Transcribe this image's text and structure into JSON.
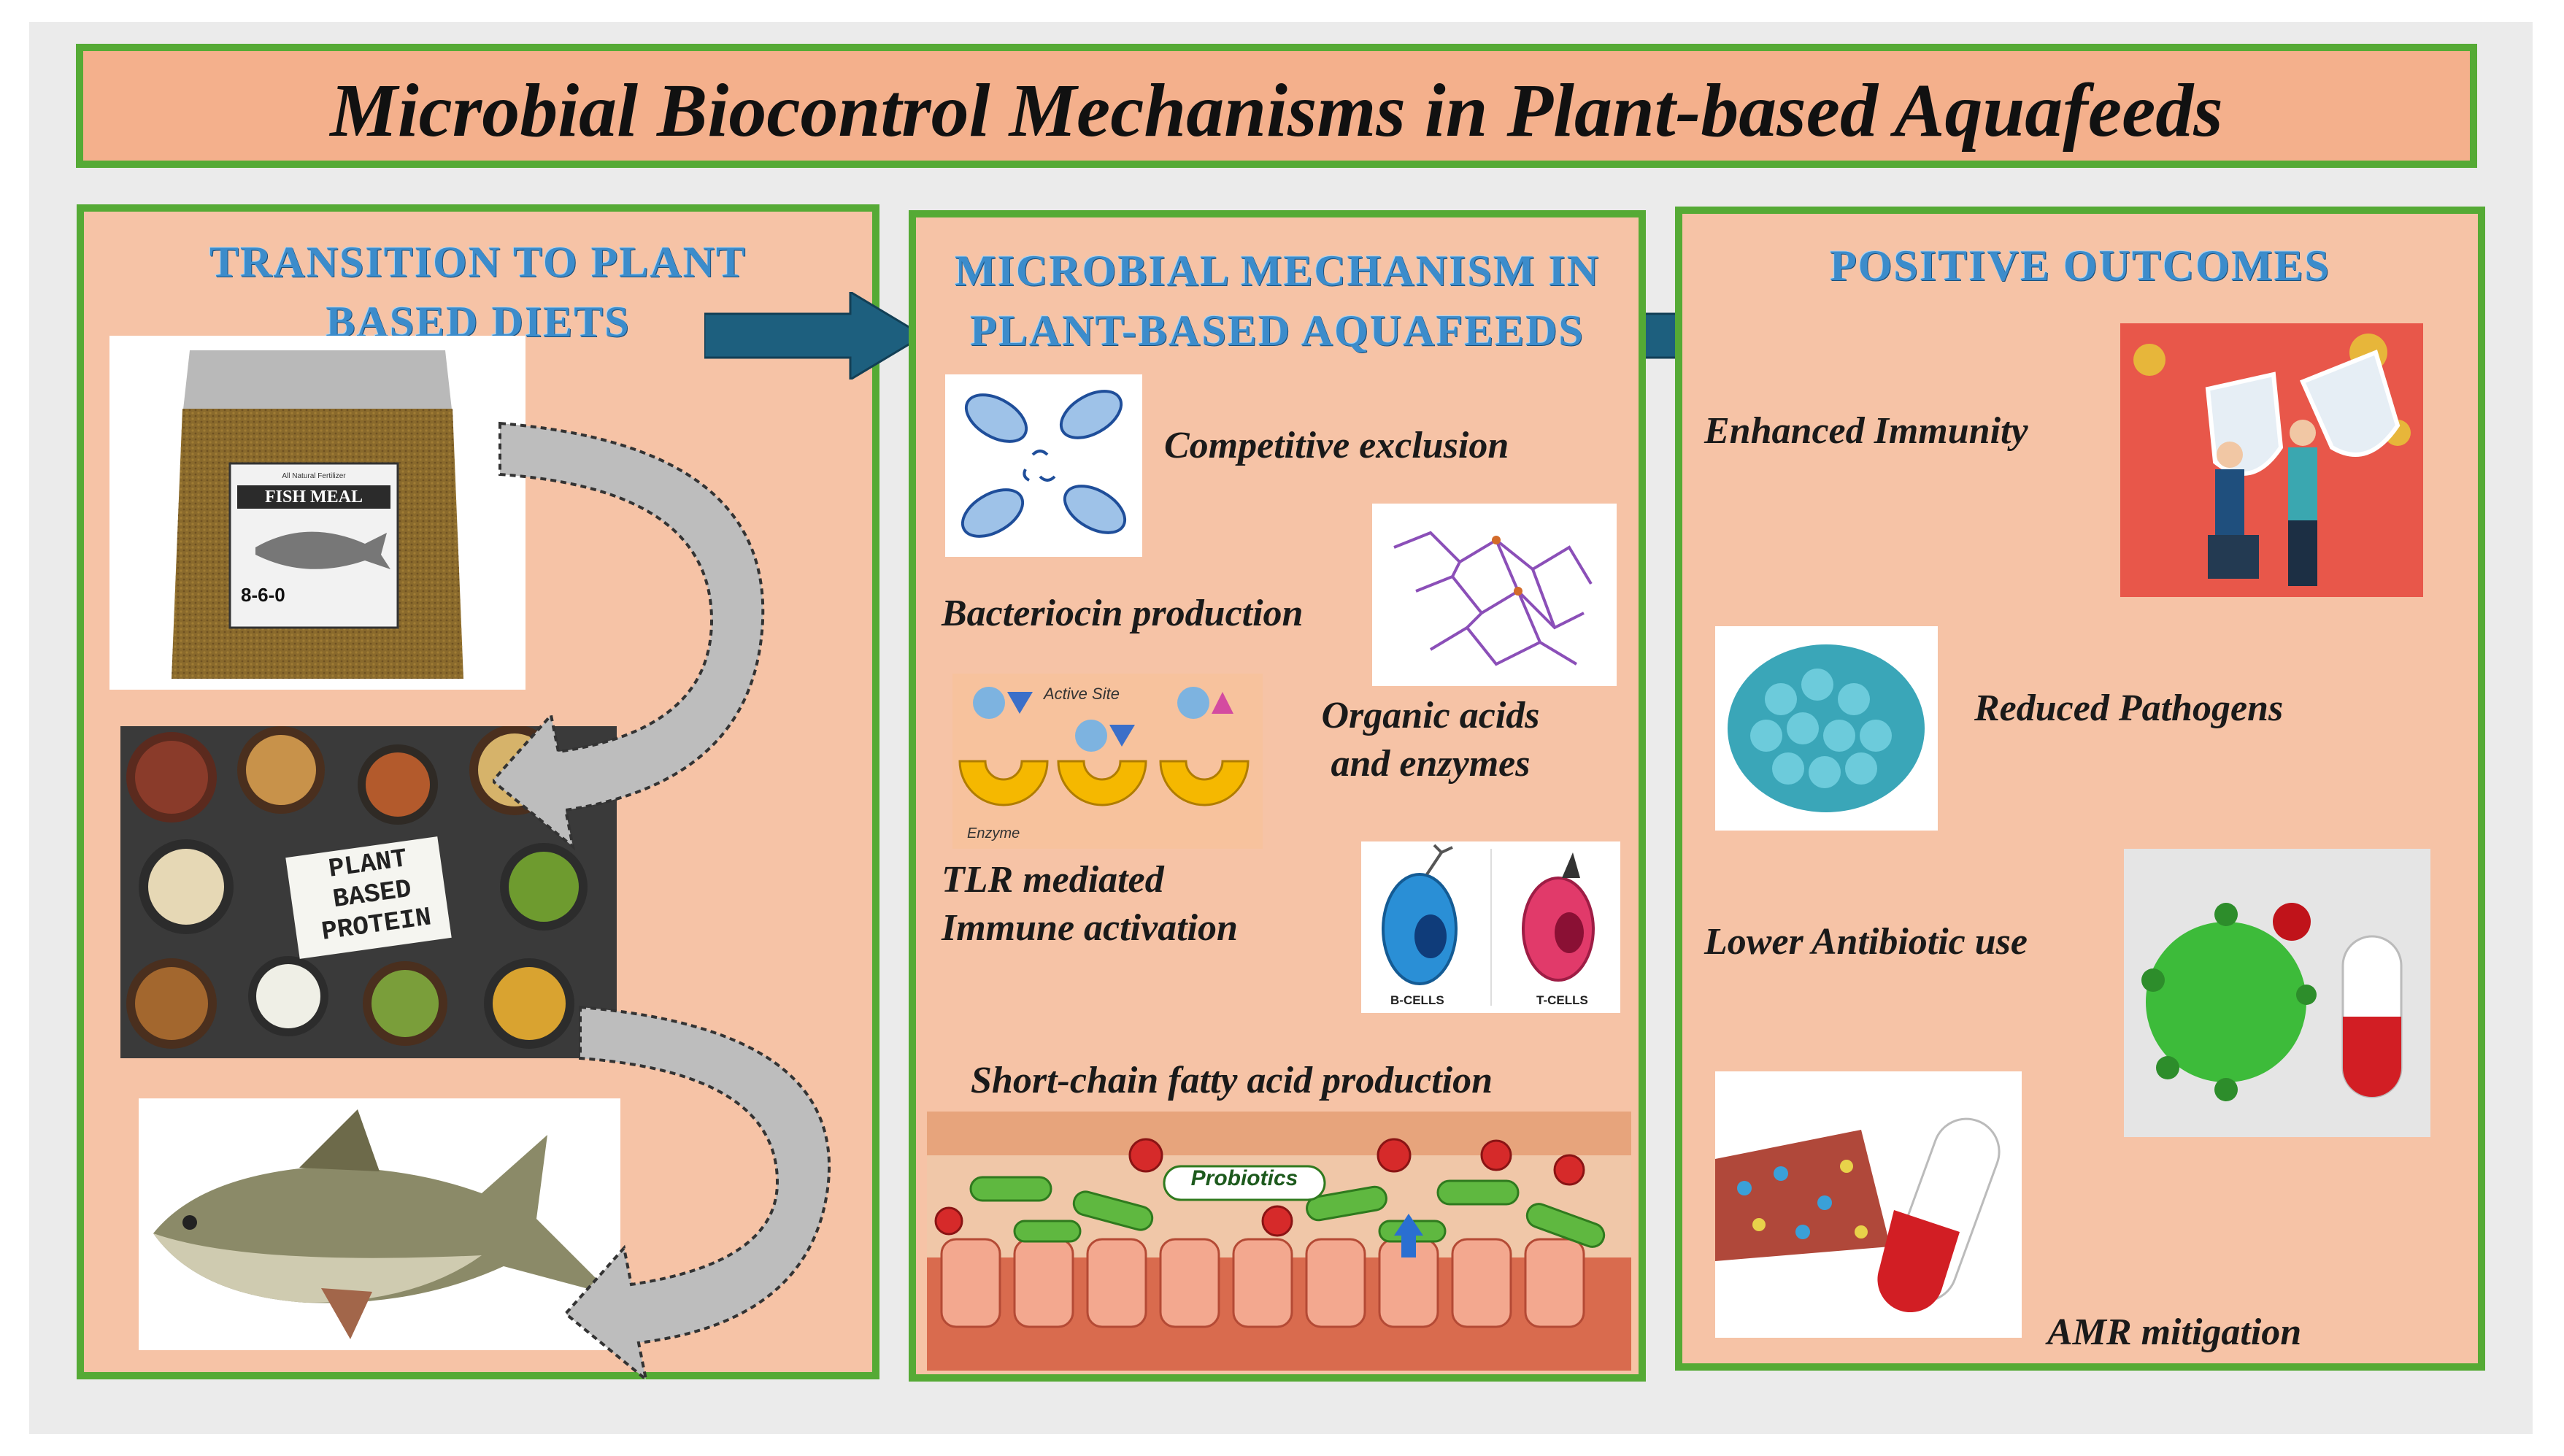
{
  "title": "Microbial Biocontrol Mechanisms in Plant-based Aquafeeds",
  "panels": {
    "transition": {
      "heading_line1": "TRANSITION TO PLANT",
      "heading_line2": "BASED DIETS",
      "fish_meal_bag": {
        "label": "FISH MEAL",
        "code": "8-6-0",
        "small": "All Natural Fertilizer"
      },
      "protein_sign": [
        "PLANT",
        "BASED",
        "PROTEIN"
      ]
    },
    "mechanism": {
      "heading_line1": "MICROBIAL MECHANISM IN",
      "heading_line2": "PLANT-BASED AQUAFEEDS",
      "items": {
        "competitive": "Competitive  exclusion",
        "bacteriocin": "Bacteriocin production",
        "organic_1": "Organic acids",
        "organic_2": "and enzymes",
        "tlr_1": "TLR mediated",
        "tlr_2": "Immune activation",
        "scfa": "Short-chain fatty acid production"
      },
      "enzyme_img": {
        "active_site": "Active Site",
        "enzyme": "Enzyme"
      },
      "cells_img": {
        "b_cells": "B-CELLS",
        "t_cells": "T-CELLS"
      },
      "gut_img": {
        "probiotics": "Probiotics"
      }
    },
    "outcomes": {
      "heading": "POSITIVE OUTCOMES",
      "items": {
        "immunity": "Enhanced Immunity",
        "pathogens": "Reduced Pathogens",
        "antibiotic": "Lower Antibiotic use",
        "amr": "AMR mitigation"
      }
    }
  },
  "colors": {
    "panel_fill": "#f6c3a6",
    "border": "#55aa35",
    "arrow": "#1d5f7e",
    "heading": "#3c8ccb"
  }
}
